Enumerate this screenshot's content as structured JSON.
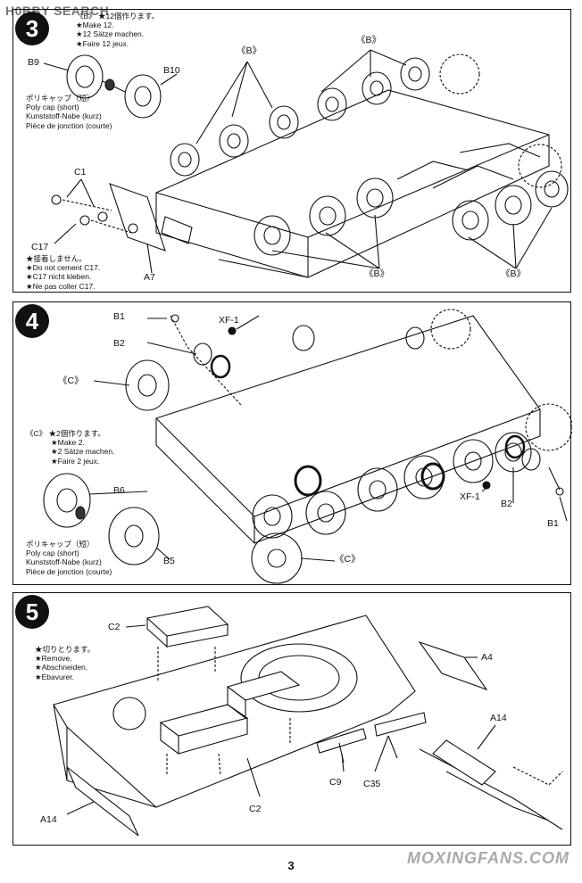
{
  "watermark_top": "H0BBY SEARCH",
  "watermark_bottom": "MOXINGFANS.COM",
  "page_number": "3",
  "step3": {
    "number": "3",
    "make_note": {
      "tag": "《B》",
      "jp": "★12個作ります。",
      "en": "★Make 12.",
      "de": "★12 Sätze machen.",
      "fr": "★Faire 12 jeux."
    },
    "poly_cap": {
      "jp": "ポリキャップ（短）",
      "en": "Poly cap (short)",
      "de": "Kunststoff-Nabe (kurz)",
      "fr": "Pièce de jonction (courte)"
    },
    "cement_note": {
      "jp": "★接着しません。",
      "en": "★Do not cement C17.",
      "de": "★C17 nicht kleben.",
      "fr": "★Ne pas coller C17."
    },
    "labels": {
      "b9": "B9",
      "b10": "B10",
      "c1": "C1",
      "c17": "C17",
      "a7": "A7",
      "b_top_left": "《B》",
      "b_top_right": "《B》",
      "b_bottom_left": "《B》",
      "b_bottom_right": "《B》"
    }
  },
  "step4": {
    "number": "4",
    "make_note": {
      "tag": "《C》",
      "jp": "★2個作ります。",
      "en": "★Make 2.",
      "de": "★2 Sätze machen.",
      "fr": "★Faire 2 jeux."
    },
    "poly_cap": {
      "jp": "ポリキャップ（短）",
      "en": "Poly cap (short)",
      "de": "Kunststoff-Nabe (kurz)",
      "fr": "Pièce de jonction (courte)"
    },
    "labels": {
      "b1_top": "B1",
      "b2_top": "B2",
      "xf1_top": "XF-1",
      "c_left": "《C》",
      "b6": "B6",
      "b5": "B5",
      "c_bottom": "《C》",
      "xf1_bottom": "XF-1",
      "b2_bottom": "B2",
      "b1_bottom": "B1"
    }
  },
  "step5": {
    "number": "5",
    "remove_note": {
      "jp": "★切りとります。",
      "en": "★Remove.",
      "de": "★Abschneiden.",
      "fr": "★Ebavurer."
    },
    "labels": {
      "c2_top": "C2",
      "a4": "A4",
      "a14_right": "A14",
      "c9": "C9",
      "c35": "C35",
      "c2_bottom": "C2",
      "a14_left": "A14"
    }
  }
}
